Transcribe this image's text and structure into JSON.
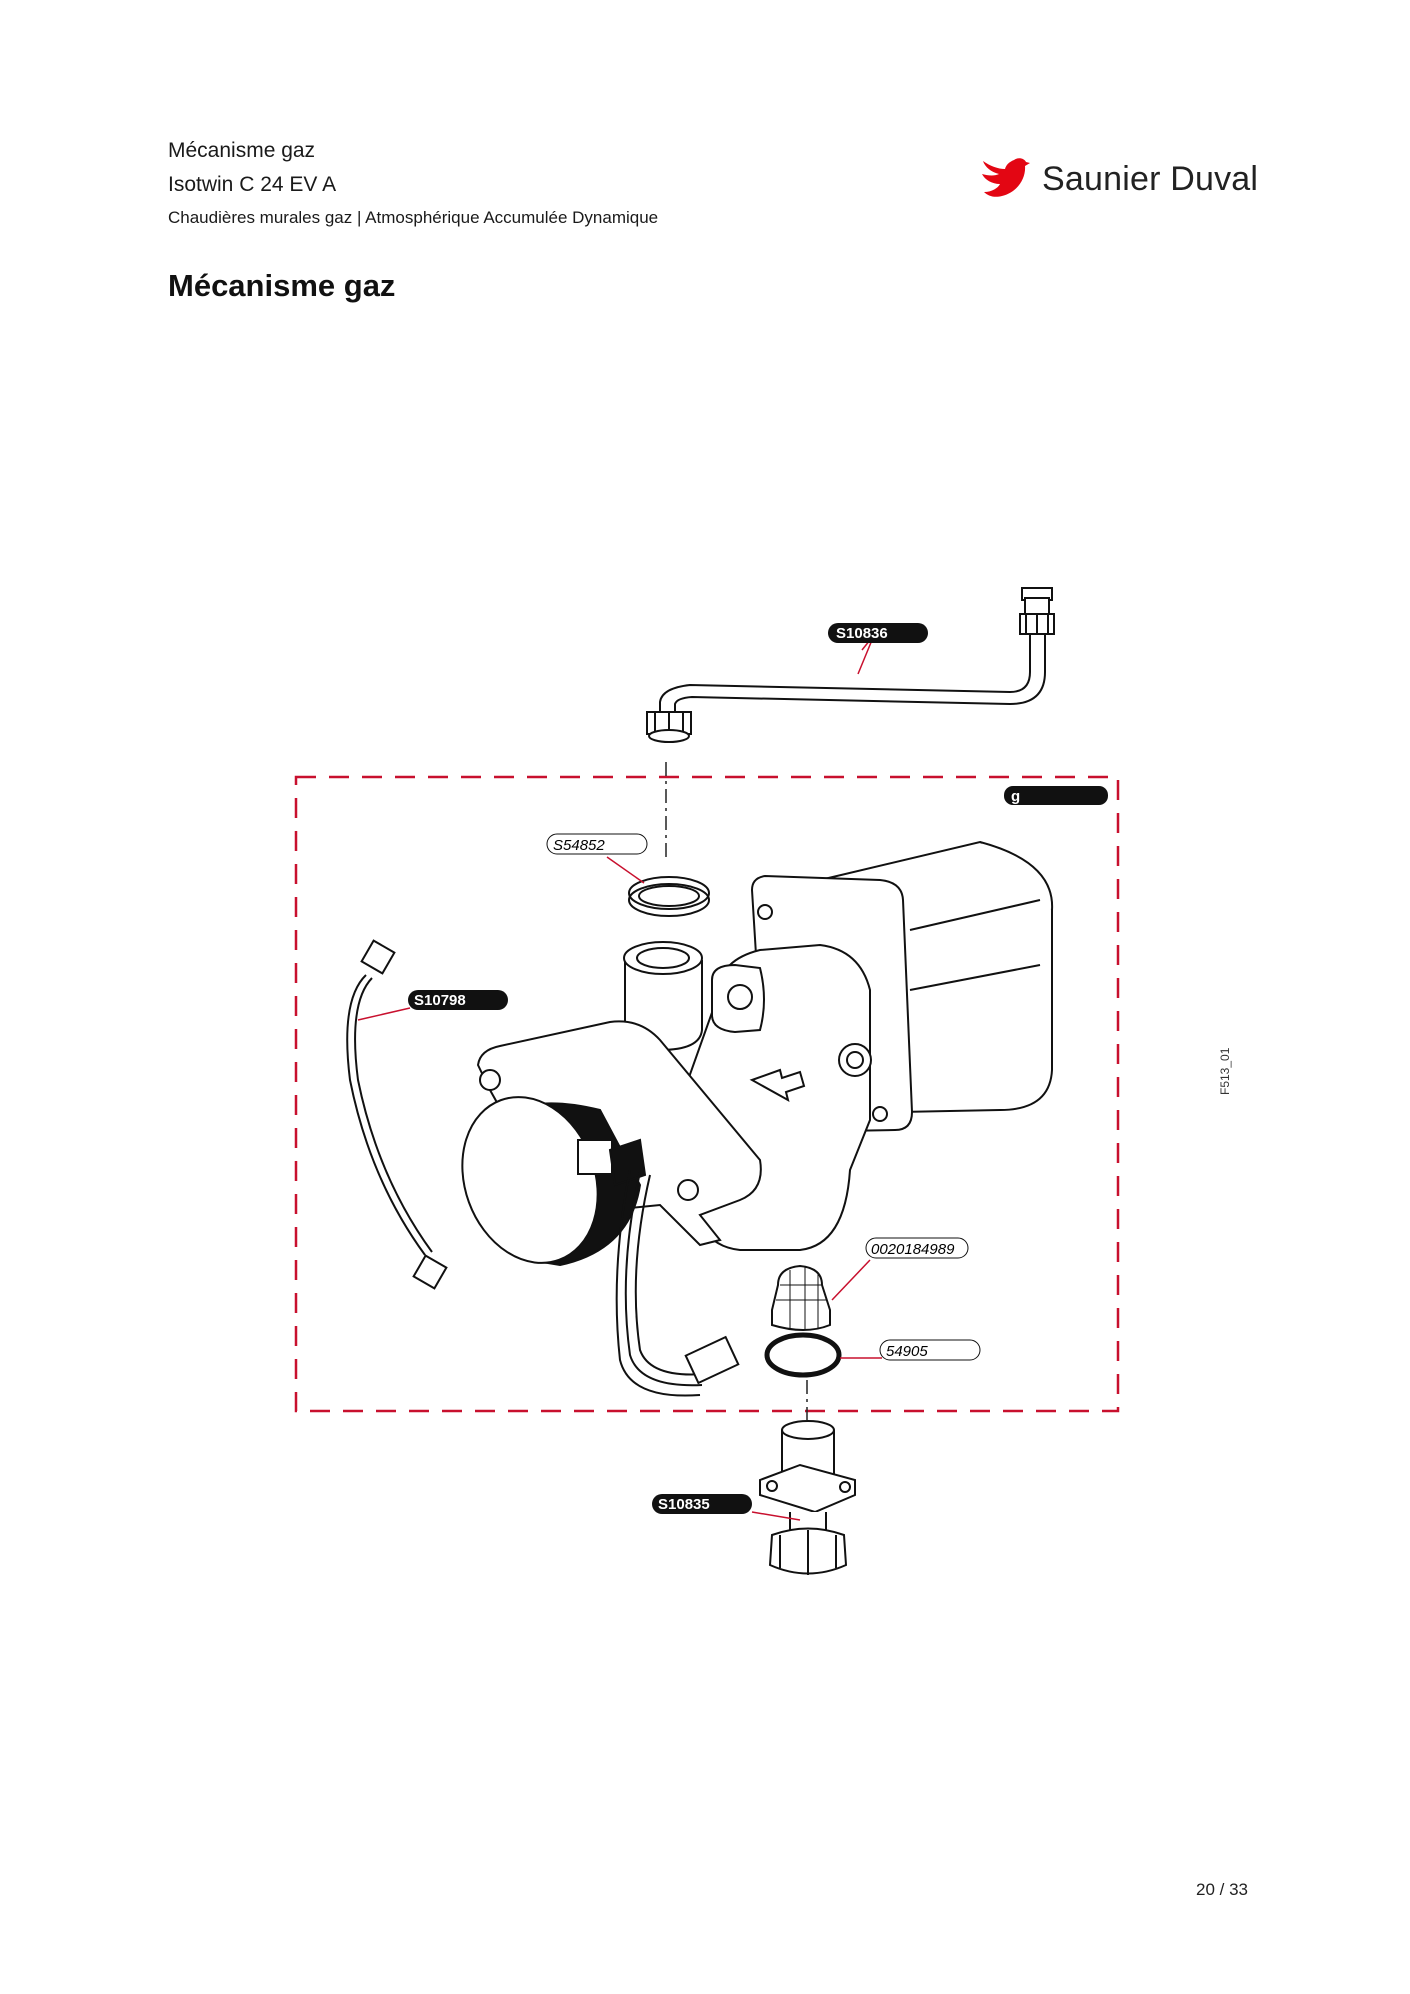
{
  "header": {
    "section": "Mécanisme gaz",
    "model": "Isotwin C 24 EV A",
    "category": "Chaudières murales gaz | Atmosphérique Accumulée Dynamique"
  },
  "brand": {
    "name": "Saunier Duval",
    "color": "#e30613",
    "icon": "bird-logo-icon"
  },
  "title": "Mécanisme gaz",
  "diagram": {
    "group_label": "g",
    "figure_ref": "F513_01",
    "parts": {
      "pipe": "S10836",
      "seal_top": "S54852",
      "cable": "S10798",
      "filter": "0020184989",
      "o_ring": "54905",
      "connector": "S10835"
    },
    "frame_color": "#c8102e"
  },
  "footer": {
    "page": "20 / 33"
  }
}
